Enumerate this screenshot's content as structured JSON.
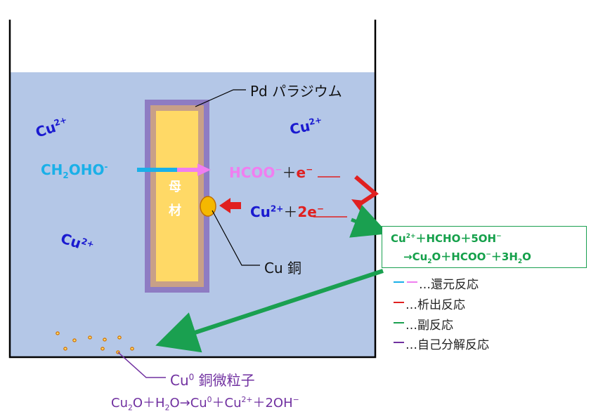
{
  "labels": {
    "pd": "Pd パラジウム",
    "cu_copper": "Cu 銅",
    "substrate_line1": "母",
    "substrate_line2": "材",
    "cu_ion_base": "Cu",
    "cu_ion_charge": "2+",
    "reducing_agent_a": "CH",
    "reducing_agent_sub": "2",
    "reducing_agent_b": "OHO",
    "reducing_agent_sup": "-",
    "product_formate": "HCOO",
    "product_formate_sup": "−",
    "plus": "＋",
    "electron_e": "e",
    "electron_sup": "−",
    "cu_deposit_base": "Cu",
    "cu_deposit_sup": "2+",
    "two_electrons": "2e",
    "two_electrons_sup": "−",
    "particle_label_base": "Cu",
    "particle_label_sup": "0",
    "particle_label_rest": " 銅微粒子",
    "particle_eq_1": "Cu",
    "particle_eq_1_sub": "2",
    "particle_eq_2": "O＋H",
    "particle_eq_2_sub": "2",
    "particle_eq_3": "O→Cu",
    "particle_eq_3_sup": "0",
    "particle_eq_4": "＋Cu",
    "particle_eq_4_sup": "2+",
    "particle_eq_5": "＋2OH",
    "particle_eq_5_sup": "−"
  },
  "side_reaction": {
    "line1_a": "Cu",
    "line1_sup": "2+",
    "line1_b": "＋HCHO＋5OH",
    "line1_sup2": "−",
    "line2_a": "→Cu",
    "line2_sub": "2",
    "line2_b": "O＋HCOO",
    "line2_sup": "−",
    "line2_c": "＋3H",
    "line2_sub2": "2",
    "line2_d": "O"
  },
  "legend": [
    {
      "text": "…還元反応",
      "colors": [
        "#1ab0e8",
        "#f07ef0"
      ]
    },
    {
      "text": "…析出反応",
      "colors": [
        "#e02020"
      ]
    },
    {
      "text": "…副反応",
      "colors": [
        "#1aa050"
      ]
    },
    {
      "text": "…自己分解反応",
      "colors": [
        "#7030a0"
      ]
    }
  ],
  "colors": {
    "solution": "#b4c7e7",
    "substrate": "#ffd966",
    "pd_layer": "#8e7cc3",
    "cu_ion": "#1a1ad0",
    "reduction_blue": "#1ab0e8",
    "reduction_pink": "#f07ef0",
    "deposition_red": "#e02020",
    "side_green": "#1aa050",
    "decomp_purple": "#7030a0"
  }
}
